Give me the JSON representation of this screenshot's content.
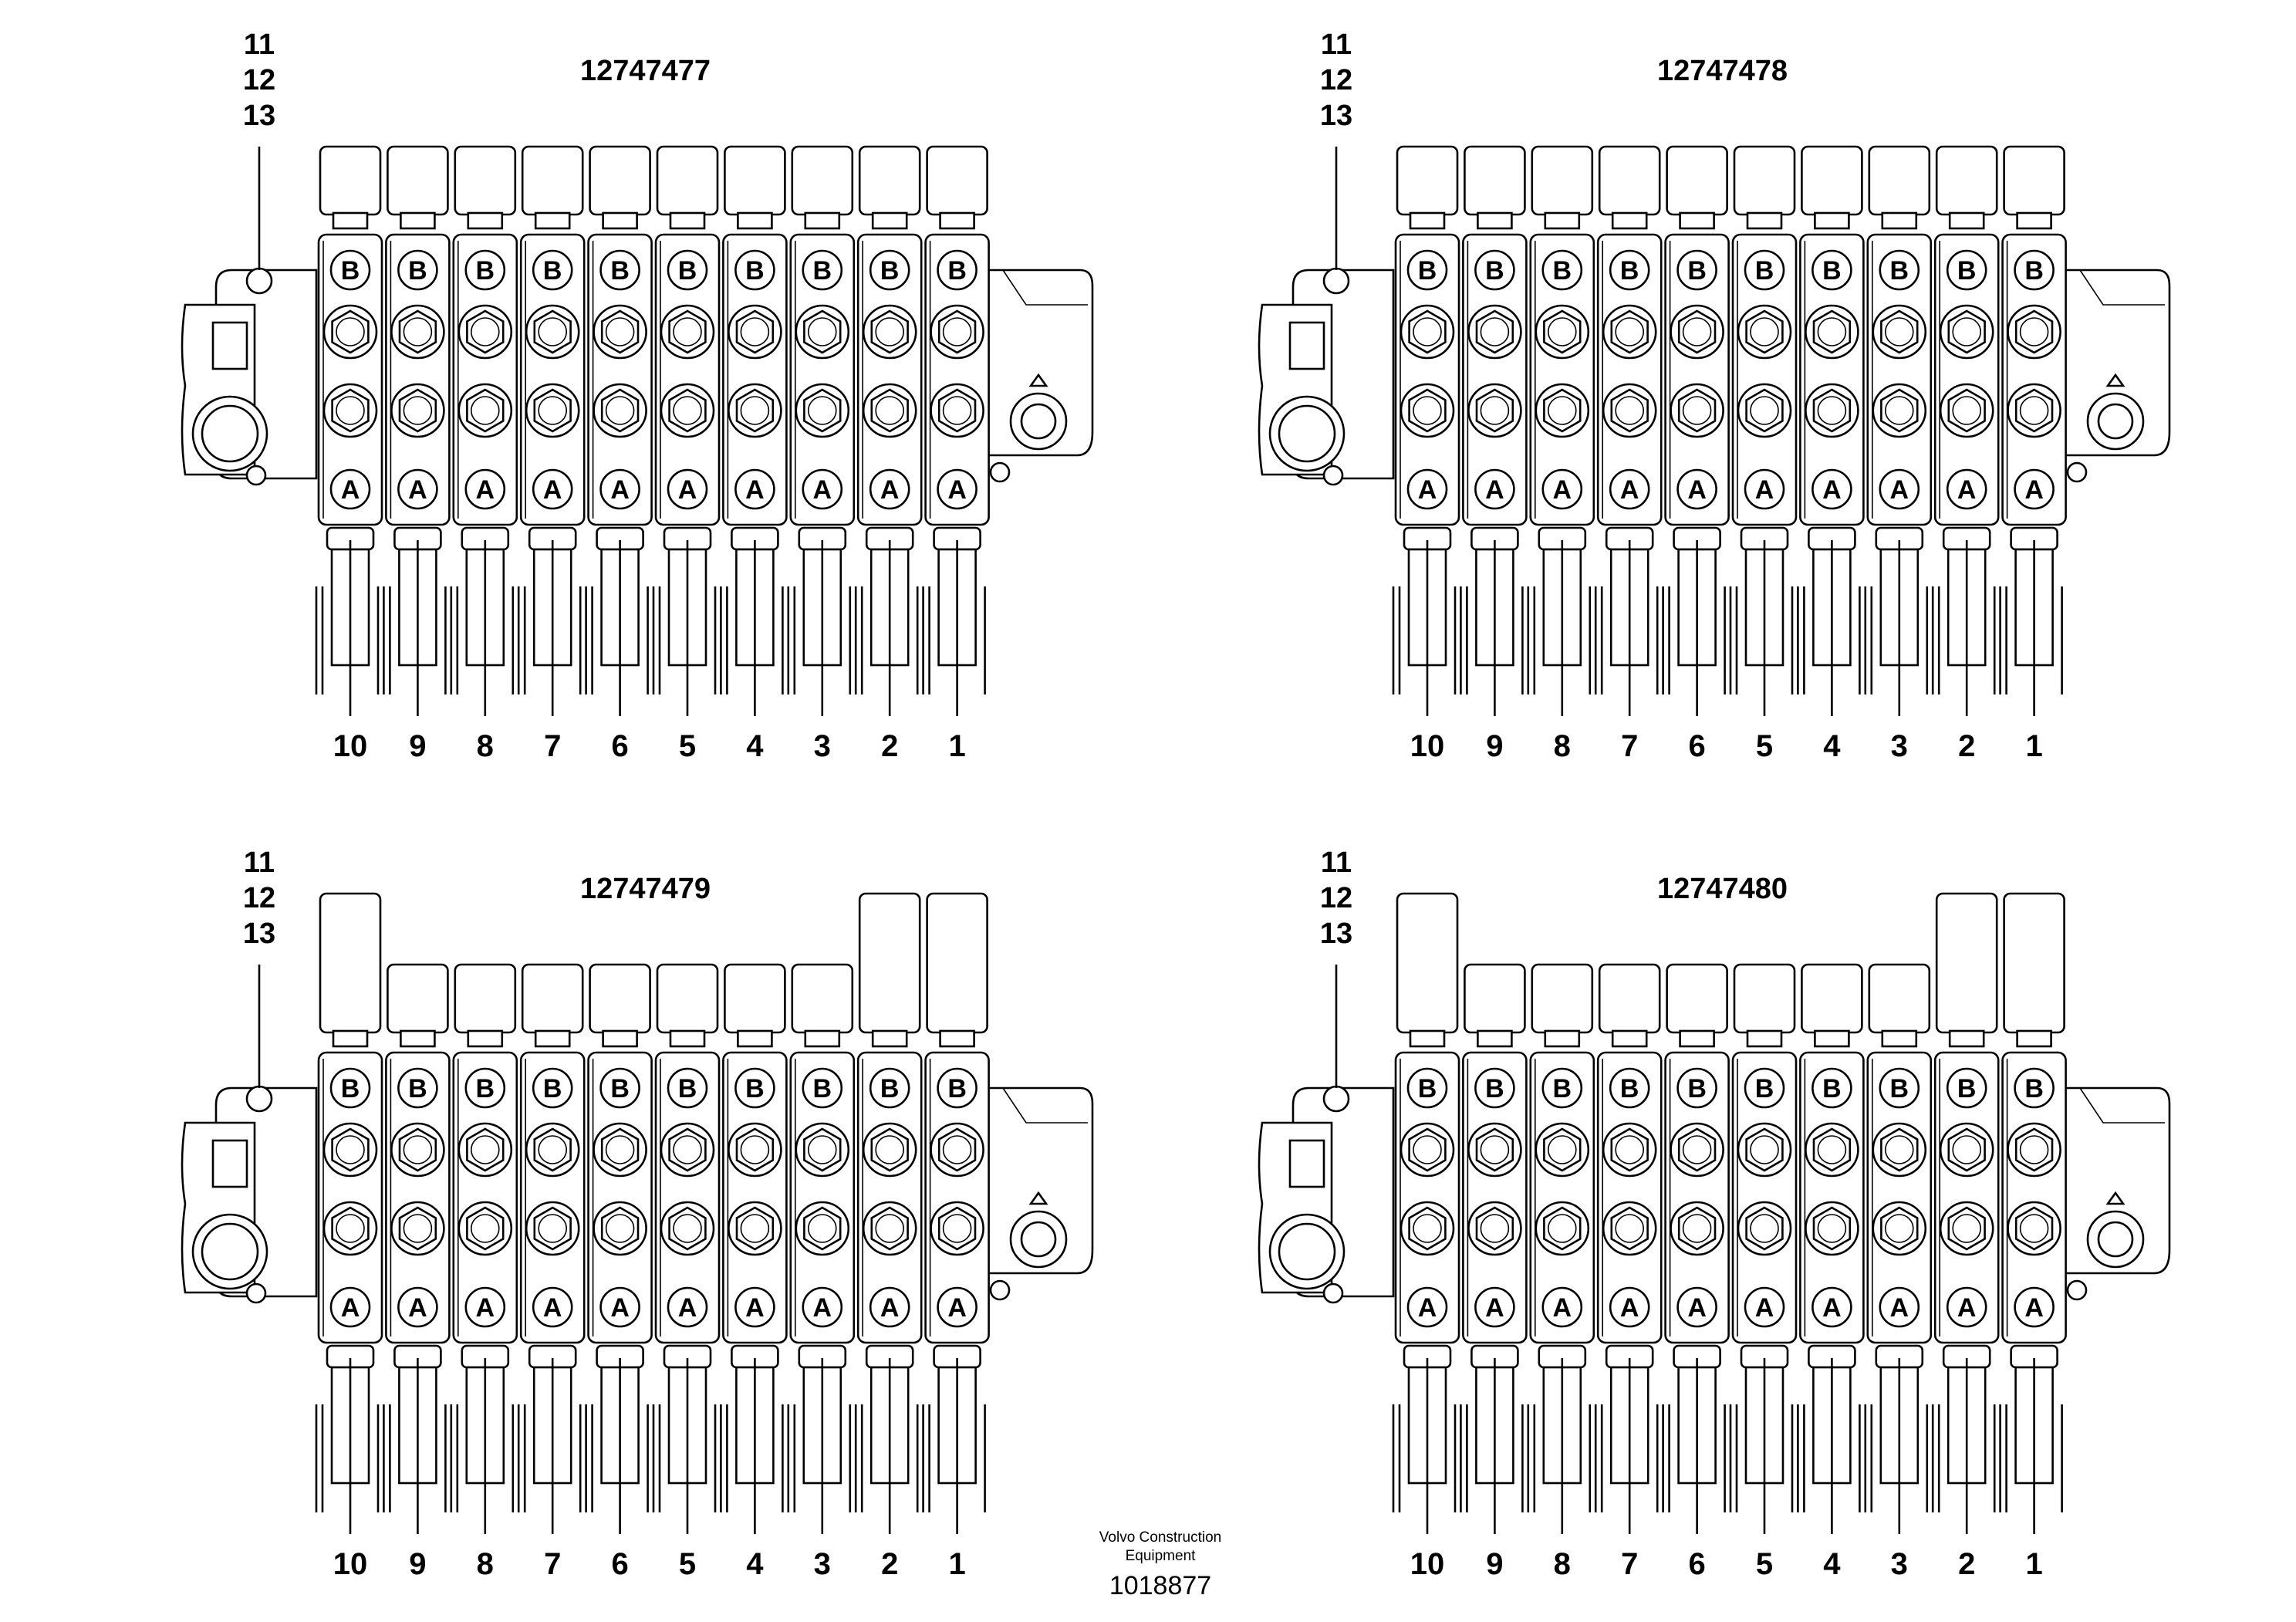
{
  "diagrams": [
    {
      "part_number": "12747477",
      "callouts": [
        "11",
        "12",
        "13"
      ],
      "sections": [
        "10",
        "9",
        "8",
        "7",
        "6",
        "5",
        "4",
        "3",
        "2",
        "1"
      ],
      "port_top": "B",
      "port_bottom": "A",
      "tall_caps": []
    },
    {
      "part_number": "12747478",
      "callouts": [
        "11",
        "12",
        "13"
      ],
      "sections": [
        "10",
        "9",
        "8",
        "7",
        "6",
        "5",
        "4",
        "3",
        "2",
        "1"
      ],
      "port_top": "B",
      "port_bottom": "A",
      "tall_caps": []
    },
    {
      "part_number": "12747479",
      "callouts": [
        "11",
        "12",
        "13"
      ],
      "sections": [
        "10",
        "9",
        "8",
        "7",
        "6",
        "5",
        "4",
        "3",
        "2",
        "1"
      ],
      "port_top": "B",
      "port_bottom": "A",
      "tall_caps": [
        "10",
        "2",
        "1"
      ]
    },
    {
      "part_number": "12747480",
      "callouts": [
        "11",
        "12",
        "13"
      ],
      "sections": [
        "10",
        "9",
        "8",
        "7",
        "6",
        "5",
        "4",
        "3",
        "2",
        "1"
      ],
      "port_top": "B",
      "port_bottom": "A",
      "tall_caps": [
        "10",
        "2",
        "1"
      ]
    }
  ],
  "footer": {
    "company_line1": "Volvo Construction",
    "company_line2": "Equipment",
    "figure_id": "1018877"
  }
}
